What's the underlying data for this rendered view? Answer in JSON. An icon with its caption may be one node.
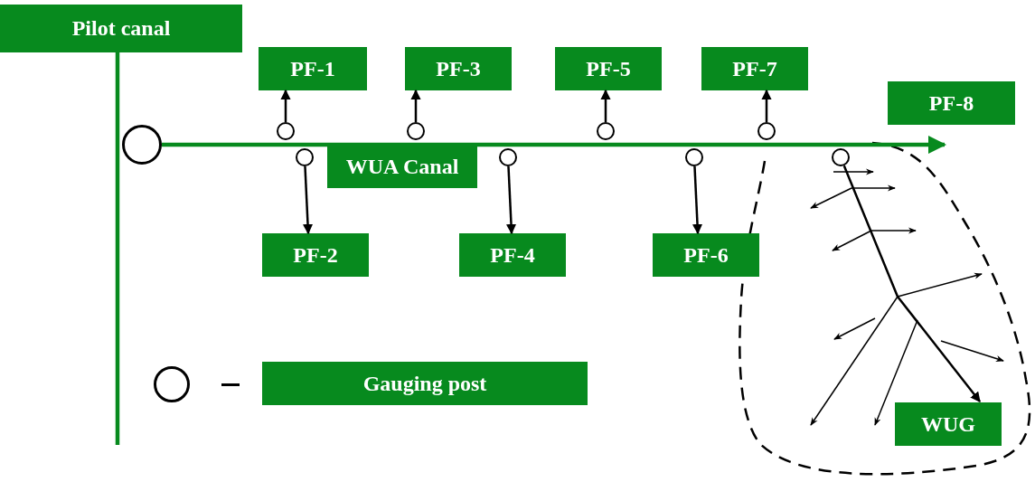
{
  "diagram": {
    "nodes": [
      {
        "text": [
          "Pilot canal"
        ]
      },
      {
        "text": [
          "PF-1"
        ]
      },
      {
        "text": [
          "PF-3"
        ]
      },
      {
        "text": [
          "PF-5"
        ]
      },
      {
        "text": [
          "PF-7"
        ]
      },
      {
        "text": [
          "PF-8"
        ]
      },
      {
        "text": [],
        "shape": "circle"
      },
      {
        "text": [],
        "shape": "circle"
      },
      {
        "text": [],
        "shape": "circle"
      },
      {
        "text": [],
        "shape": "circle"
      },
      {
        "text": [],
        "shape": "circle"
      },
      {
        "text": [],
        "shape": "circle"
      },
      {
        "text": [],
        "shape": "circle"
      },
      {
        "text": [],
        "shape": "circle"
      },
      {
        "text": [],
        "shape": "circle"
      },
      {
        "text": [
          "WUA Canal"
        ]
      },
      {
        "text": [
          "PF-2"
        ]
      },
      {
        "text": [
          "PF-4"
        ]
      },
      {
        "text": [
          "PF-6"
        ]
      },
      {
        "text": [
          "WUG"
        ]
      }
    ],
    "edges": [
      {
        "from": 7,
        "to": 1,
        "arrow": "to"
      },
      {
        "from": 8,
        "to": 16,
        "arrow": "to"
      },
      {
        "from": 9,
        "to": 2,
        "arrow": "to"
      },
      {
        "from": 10,
        "to": 17,
        "arrow": "to"
      },
      {
        "from": 11,
        "to": 3,
        "arrow": "to"
      },
      {
        "from": 12,
        "to": 18,
        "arrow": "to"
      },
      {
        "from": 13,
        "to": 4,
        "arrow": "to"
      },
      {
        "from": 6,
        "to": 5,
        "arrow": "to",
        "style": "thick",
        "color": "#078a1e"
      },
      {
        "from": 0,
        "to": null,
        "arrow": "none",
        "style": "thick",
        "color": "#078a1e"
      },
      {
        "from": 14,
        "to": 19,
        "arrow": "to"
      }
    ],
    "legend": [
      {
        "text": "Gauging post"
      }
    ]
  }
}
